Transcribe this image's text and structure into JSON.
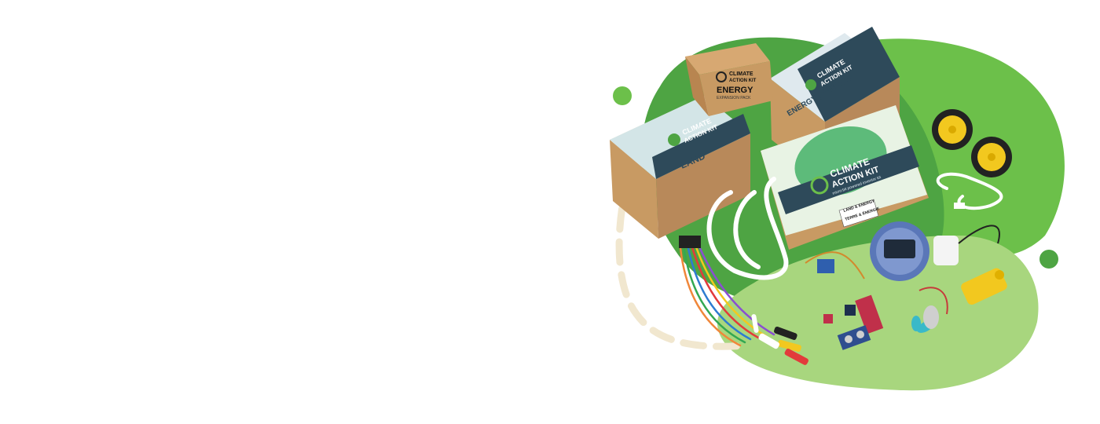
{
  "hero": {
    "kits": {
      "main_box": {
        "brand_line1": "CLIMATE",
        "brand_line2": "ACTION KIT",
        "tagline": "micro:bit powered inventor kit",
        "sticker_line1": "LAND & ENERGY",
        "sticker_line2": "TERRE & ÉNERGIE"
      },
      "energy_pack": {
        "brand_line1": "CLIMATE",
        "brand_line2": "ACTION KIT",
        "title": "ENERGY",
        "subtitle": "EXPANSION PACK"
      },
      "energy_box": {
        "brand_line1": "CLIMATE",
        "brand_line2": "ACTION KIT",
        "title": "ENERGY | ÉNERGIE"
      },
      "land_box": {
        "brand_line1": "CLIMATE",
        "brand_line2": "ACTION KIT",
        "title": "LAND"
      }
    },
    "colors": {
      "blob_dark": "#4ea443",
      "blob_bright": "#6cc04a",
      "blob_light": "#a8d67e",
      "dash_path": "#f1e7cf",
      "box_band": "#2e4a5a",
      "cardboard": "#c89a63"
    }
  }
}
